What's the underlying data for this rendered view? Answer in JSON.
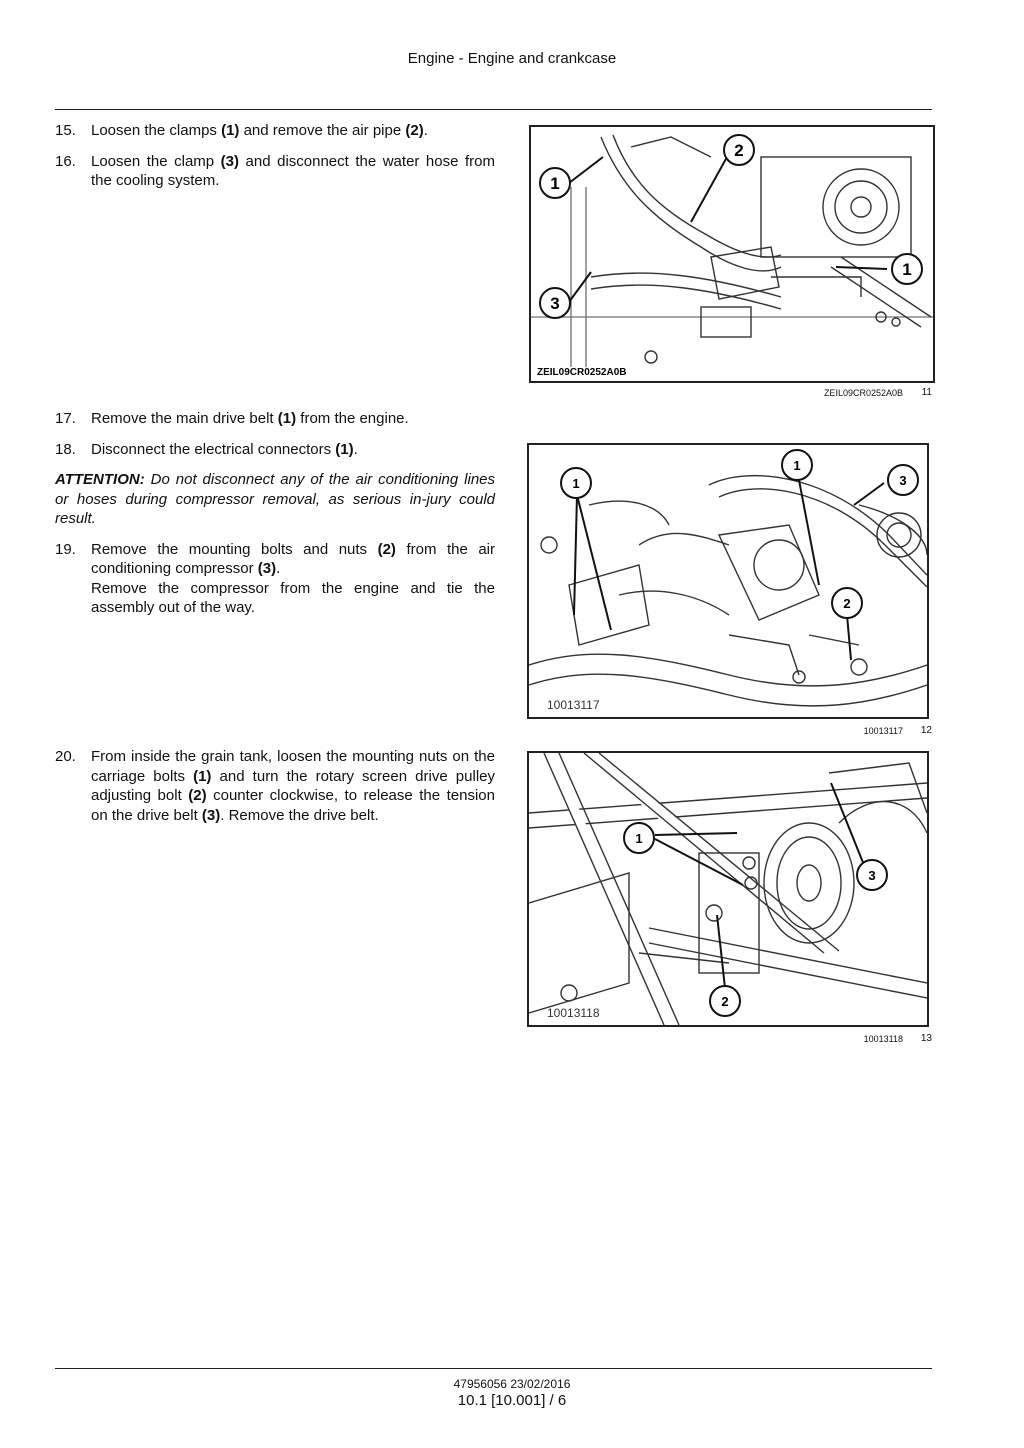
{
  "header": {
    "title": "Engine - Engine and crankcase"
  },
  "section1": {
    "steps": [
      {
        "num": "15.",
        "parts": [
          "Loosen the clamps ",
          "(1)",
          " and remove the air pipe ",
          "(2)",
          "."
        ]
      },
      {
        "num": "16.",
        "parts": [
          "Loosen the clamp ",
          "(3)",
          " and disconnect the water hose from the cooling system."
        ]
      }
    ],
    "figure": {
      "inner_code": "ZEIL09CR0252A0B",
      "caption": "ZEIL09CR0252A0B",
      "number": "11",
      "callouts": [
        "1",
        "2",
        "1",
        "3"
      ]
    }
  },
  "section2": {
    "steps": [
      {
        "num": "17.",
        "parts": [
          "Remove the main drive belt ",
          "(1)",
          " from the engine."
        ]
      },
      {
        "num": "18.",
        "parts": [
          "Disconnect the electrical connectors ",
          "(1)",
          "."
        ]
      }
    ],
    "attention": {
      "label": "ATTENTION:",
      "text": " Do not disconnect any of the air conditioning lines or hoses during compressor removal, as serious in-jury could result."
    },
    "step19": {
      "num": "19.",
      "parts": [
        "Remove the mounting bolts and nuts ",
        "(2)",
        " from the air conditioning compressor ",
        "(3)",
        "."
      ],
      "line2": "Remove the compressor from the engine and tie the assembly out of the way."
    },
    "figure": {
      "inner_code": "10013117",
      "caption": "10013117",
      "number": "12",
      "callouts": [
        "1",
        "1",
        "3",
        "2"
      ]
    }
  },
  "section3": {
    "steps": [
      {
        "num": "20.",
        "parts": [
          "From inside the grain tank, loosen the mounting nuts on the carriage bolts ",
          "(1)",
          " and turn the rotary screen drive pulley adjusting bolt ",
          "(2)",
          " counter clockwise, to release the tension on the drive belt ",
          "(3)",
          ". Remove the drive belt."
        ]
      }
    ],
    "figure": {
      "inner_code": "10013118",
      "caption": "10013118",
      "number": "13",
      "callouts": [
        "1",
        "3",
        "2"
      ]
    }
  },
  "footer": {
    "doc_id": "47956056 23/02/2016",
    "page": "10.1 [10.001] / 6"
  }
}
